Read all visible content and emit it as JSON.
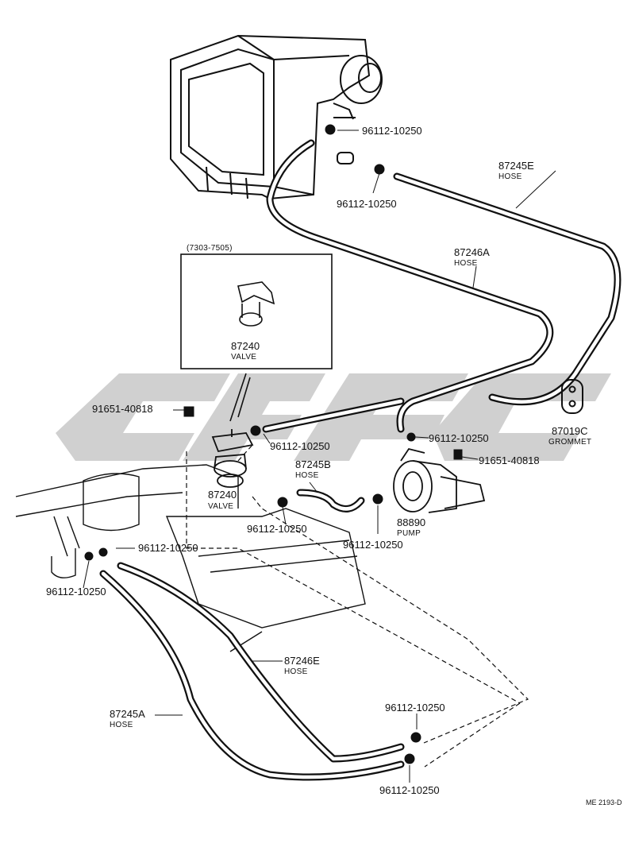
{
  "inset": {
    "range": "(7303-7505)",
    "part": "87240",
    "name": "VALVE"
  },
  "parts": {
    "hose_87245E": {
      "number": "87245E",
      "name": "HOSE"
    },
    "hose_87246A": {
      "number": "87246A",
      "name": "HOSE"
    },
    "hose_87245B": {
      "number": "87245B",
      "name": "HOSE"
    },
    "hose_87246E": {
      "number": "87246E",
      "name": "HOSE"
    },
    "hose_87245A": {
      "number": "87245A",
      "name": "HOSE"
    },
    "valve_87240": {
      "number": "87240",
      "name": "VALVE"
    },
    "pump_88890": {
      "number": "88890",
      "name": "PUMP"
    },
    "grommet_87019C": {
      "number": "87019C",
      "name": "GROMMET"
    },
    "bolt_a": "91651-40818",
    "bolt_b": "91651-40818"
  },
  "clamps": {
    "c1": "96112-10250",
    "c2": "96112-10250",
    "c3": "96112-10250",
    "c4": "96112-10250",
    "c5": "96112-10250",
    "c6": "96112-10250",
    "c7": "96112-10250",
    "c8": "96112-10250",
    "c9": "96112-10250",
    "c10": "96112-10250"
  },
  "watermark_text": "CHEC",
  "drawing_ref": "ME 2193-D",
  "colors": {
    "line": "#111111",
    "watermark": "#c4c4c4",
    "background": "#ffffff"
  }
}
